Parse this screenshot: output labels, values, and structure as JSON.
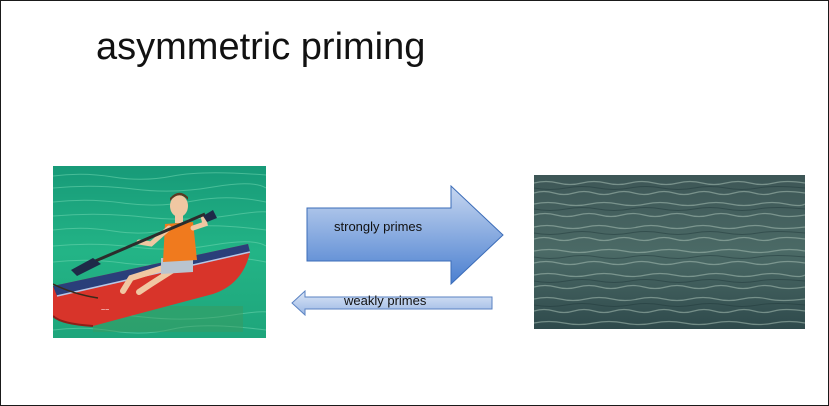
{
  "slide": {
    "title": "asymmetric priming"
  },
  "images": {
    "left": {
      "subject": "man paddling a red canoe on green water",
      "icon": "kayak-photo"
    },
    "right": {
      "subject": "rippled open water surface",
      "icon": "water-photo"
    }
  },
  "arrows": {
    "strong": {
      "label": "strongly primes",
      "direction": "right",
      "fill_top": "#c7d7f0",
      "fill_bottom": "#4a7fd0",
      "stroke": "#3b6cb8"
    },
    "weak": {
      "label": "weakly primes",
      "direction": "left",
      "fill_top": "#dde7f7",
      "fill_bottom": "#9ab7e4",
      "stroke": "#5a82c2"
    }
  },
  "colors": {
    "background": "#ffffff",
    "text": "#111111",
    "canoe": "#d8342a",
    "lake": "#1fa67a"
  }
}
